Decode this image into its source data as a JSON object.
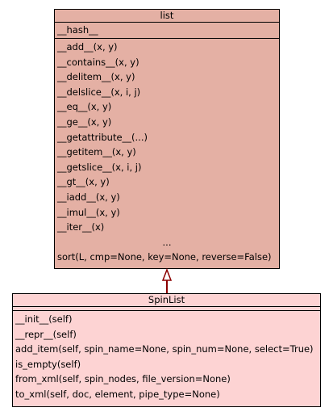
{
  "colors": {
    "parent_fill": "#e4b0a4",
    "child_fill": "#fdd3d3",
    "arrow_stroke": "#8b0000"
  },
  "parent_class": {
    "name": "list",
    "attributes": [
      "__hash__"
    ],
    "methods": [
      "__add__(x, y)",
      "__contains__(x, y)",
      "__delitem__(x, y)",
      "__delslice__(x, i, j)",
      "__eq__(x, y)",
      "__ge__(x, y)",
      "__getattribute__(...)",
      "__getitem__(x, y)",
      "__getslice__(x, i, j)",
      "__gt__(x, y)",
      "__iadd__(x, y)",
      "__imul__(x, y)",
      "__iter__(x)",
      "...",
      "sort(L, cmp=None, key=None, reverse=False)"
    ]
  },
  "child_class": {
    "name": "SpinList",
    "methods": [
      "__init__(self)",
      "__repr__(self)",
      "add_item(self, spin_name=None, spin_num=None, select=True)",
      "is_empty(self)",
      "from_xml(self, spin_nodes, file_version=None)",
      "to_xml(self, doc, element, pipe_type=None)"
    ]
  },
  "relationship": {
    "type": "inheritance",
    "from": "SpinList",
    "to": "list"
  }
}
